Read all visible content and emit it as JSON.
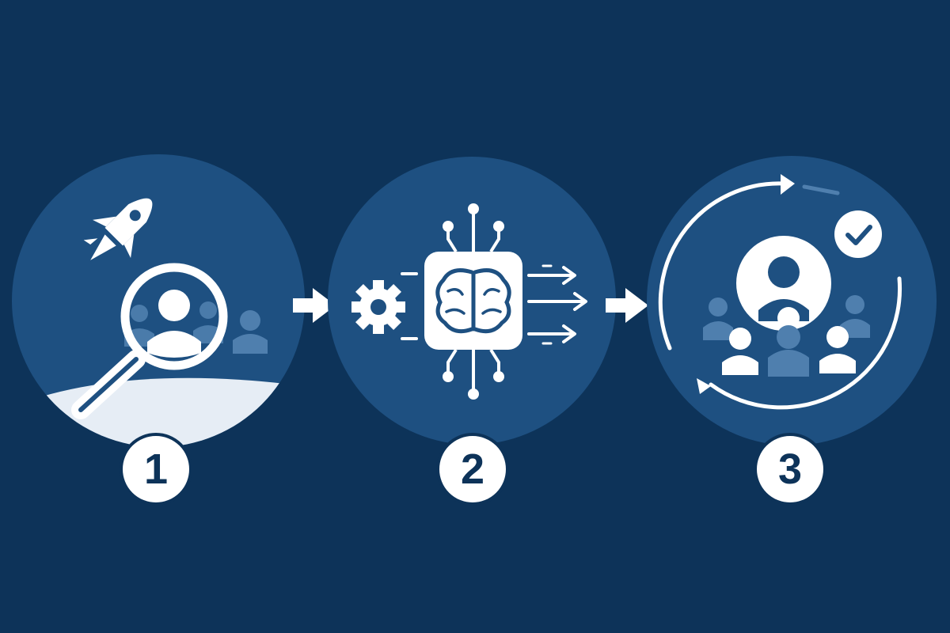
{
  "steps": [
    {
      "number": "1",
      "icons": [
        "rocket-icon",
        "magnifier-icon",
        "user-icon",
        "audience-icon",
        "ground-horizon"
      ]
    },
    {
      "number": "2",
      "icons": [
        "gear-icon",
        "brain-chip-icon",
        "output-arrows-icon"
      ]
    },
    {
      "number": "3",
      "icons": [
        "cycle-arrows-icon",
        "checkmark-badge-icon",
        "user-icon",
        "team-icon"
      ]
    }
  ],
  "connectors": [
    "arrow-right-icon",
    "arrow-right-icon"
  ],
  "colors": {
    "background": "#0d3359",
    "circle": "#1e5081",
    "icon": "#ffffff",
    "muted_icon": "#4f7fae",
    "horizon": "#e6edf5"
  }
}
